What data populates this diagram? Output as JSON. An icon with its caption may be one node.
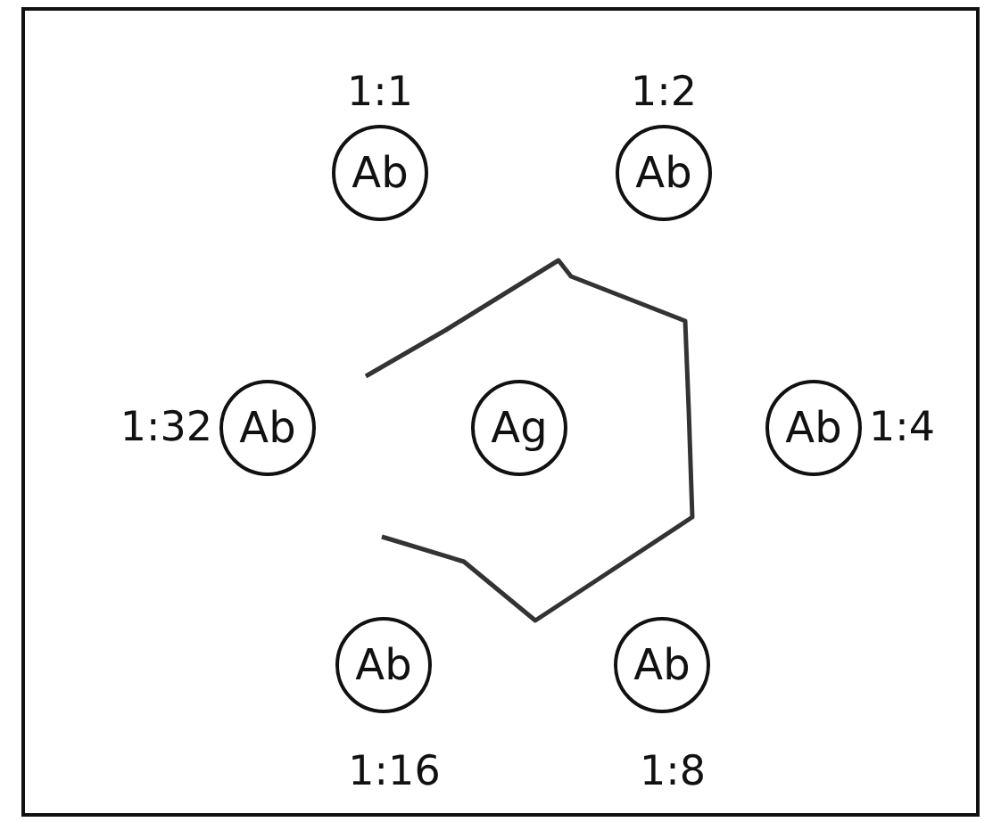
{
  "diagram": {
    "nodes": [
      {
        "text": [
          "Ab"
        ],
        "beside": [
          "1:1"
        ]
      },
      {
        "text": [
          "Ab"
        ],
        "beside": [
          "1:2"
        ]
      },
      {
        "text": [
          "Ab"
        ],
        "beside": [
          "1:32"
        ]
      },
      {
        "text": [
          "Ag"
        ]
      },
      {
        "text": [
          "Ab"
        ],
        "beside": [
          "1:4"
        ]
      },
      {
        "text": [
          "Ab"
        ],
        "beside": [
          "1:16"
        ]
      },
      {
        "text": [
          "Ab"
        ],
        "beside": [
          "1:8"
        ]
      }
    ]
  }
}
